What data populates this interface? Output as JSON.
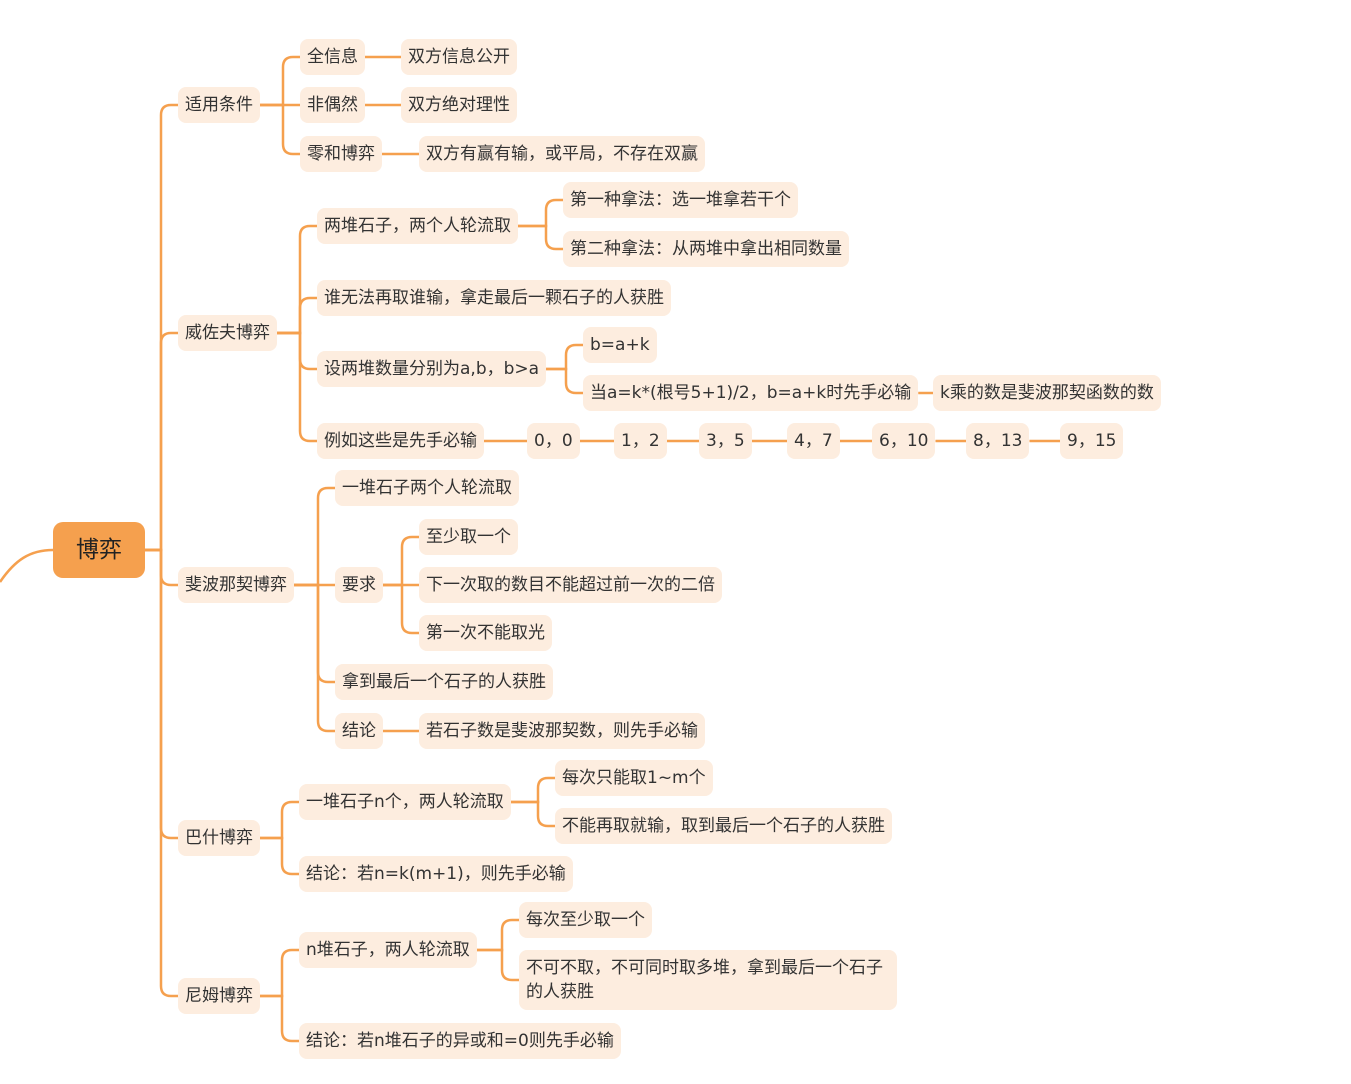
{
  "map": {
    "root": "博弈",
    "branches": [
      {
        "label": "适用条件",
        "children": [
          {
            "label": "全信息",
            "children": [
              {
                "label": "双方信息公开"
              }
            ]
          },
          {
            "label": "非偶然",
            "children": [
              {
                "label": "双方绝对理性"
              }
            ]
          },
          {
            "label": "零和博弈",
            "children": [
              {
                "label": "双方有赢有输，或平局，不存在双赢"
              }
            ]
          }
        ]
      },
      {
        "label": "威佐夫博弈",
        "children": [
          {
            "label": "两堆石子，两个人轮流取",
            "children": [
              {
                "label": "第一种拿法：选一堆拿若干个"
              },
              {
                "label": "第二种拿法：从两堆中拿出相同数量"
              }
            ]
          },
          {
            "label": "谁无法再取谁输，拿走最后一颗石子的人获胜"
          },
          {
            "label": "设两堆数量分别为a,b，b>a",
            "children": [
              {
                "label": "b=a+k"
              },
              {
                "label": "当a=k*(根号5+1)/2，b=a+k时先手必输",
                "children": [
                  {
                    "label": "k乘的数是斐波那契函数的数"
                  }
                ]
              }
            ]
          },
          {
            "label": "例如这些是先手必输",
            "chain": [
              "0，0",
              "1，2",
              "3，5",
              "4，7",
              "6，10",
              "8，13",
              "9，15"
            ]
          }
        ]
      },
      {
        "label": "斐波那契博弈",
        "children": [
          {
            "label": "一堆石子两个人轮流取"
          },
          {
            "label": "要求",
            "children": [
              {
                "label": "至少取一个"
              },
              {
                "label": "下一次取的数目不能超过前一次的二倍"
              },
              {
                "label": "第一次不能取光"
              }
            ]
          },
          {
            "label": "拿到最后一个石子的人获胜"
          },
          {
            "label": "结论",
            "children": [
              {
                "label": "若石子数是斐波那契数，则先手必输"
              }
            ]
          }
        ]
      },
      {
        "label": "巴什博弈",
        "children": [
          {
            "label": "一堆石子n个，两人轮流取",
            "children": [
              {
                "label": "每次只能取1~m个"
              },
              {
                "label": "不能再取就输，取到最后一个石子的人获胜"
              }
            ]
          },
          {
            "label": "结论：若n=k(m+1)，则先手必输"
          }
        ]
      },
      {
        "label": "尼姆博弈",
        "children": [
          {
            "label": "n堆石子，两人轮流取",
            "children": [
              {
                "label": "每次至少取一个"
              },
              {
                "label": "不可不取，不可同时取多堆，拿到最后一个石子的人获胜"
              }
            ]
          },
          {
            "label": "结论：若n堆石子的异或和=0则先手必输"
          }
        ]
      }
    ]
  },
  "colors": {
    "line": "#f5a04e",
    "node": "#fdeddf",
    "root": "#f5a04e"
  }
}
